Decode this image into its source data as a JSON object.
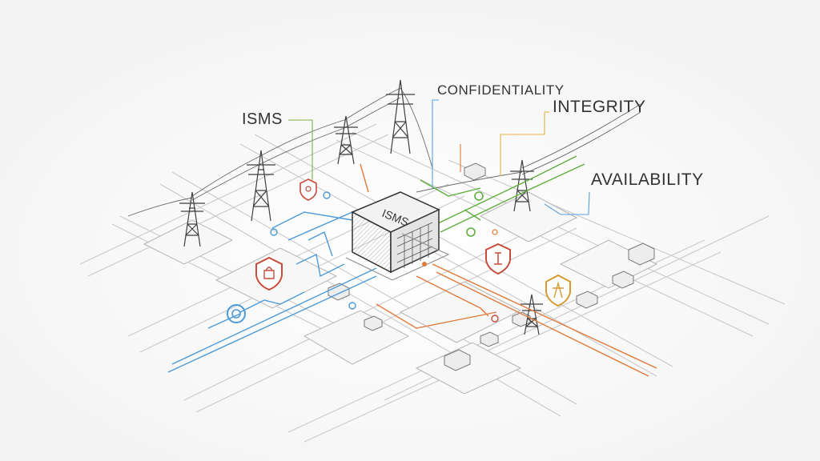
{
  "labels": {
    "isms": "ISMS",
    "confidentiality": "CONFIDENTIALITY",
    "integrity": "INTEGRITY",
    "availability": "AVAILABILITY",
    "building_sign": "ISMS"
  },
  "colors": {
    "sketch": "#555555",
    "grid": "#c9c9c9",
    "isms_line": "#7ab24a",
    "confidentiality_line": "#5aa0d8",
    "integrity_line": "#e0b040",
    "availability_line": "#5aa0d8",
    "orange_flow": "#e07a3a",
    "blue_flow": "#4d9ad8",
    "green_flow": "#5fae3e",
    "shield_red": "#c84a3a",
    "shield_amber": "#d69a30"
  },
  "icons": {
    "towers": [
      "power-tower-icon"
    ],
    "shields": [
      "shield-lock-icon",
      "shield-figure-icon",
      "shield-tower-icon",
      "shield-pin-icon"
    ],
    "nodes": [
      "location-pin-icon",
      "target-node-icon"
    ]
  }
}
